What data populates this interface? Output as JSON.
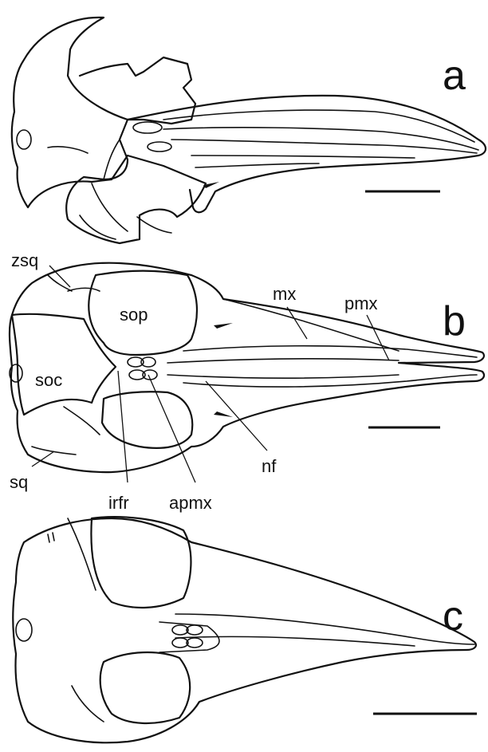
{
  "panels": [
    {
      "letter": "a"
    },
    {
      "letter": "b",
      "labels": {
        "zsq": "zsq",
        "sop": "sop",
        "soc": "soc",
        "sq": "sq",
        "irfr": "irfr",
        "apmx": "apmx",
        "mx": "mx",
        "pmx": "pmx",
        "nf": "nf"
      }
    },
    {
      "letter": "c"
    }
  ]
}
